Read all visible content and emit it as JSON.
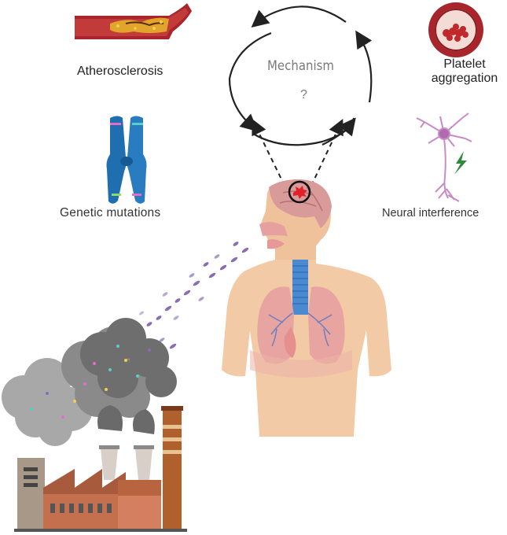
{
  "labels": {
    "atherosclerosis": "Atherosclerosis",
    "genetic_mutations": "Genetic mutations",
    "neural_interference": "Neural interference",
    "platelet_line1": "Platelet",
    "platelet_line2": "aggregation",
    "mechanism": "Mechanism",
    "question": "?"
  },
  "colors": {
    "artery": "#a8262b",
    "plaque": "#e0a52a",
    "chromosome": "#1f6fb0",
    "neuron": "#c98bc7",
    "skin": "#f2cba6",
    "lungs": "#e7a0a0",
    "trachea": "#4a8ad0",
    "brain": "#d99a9a",
    "smoke": "#6e6e6e",
    "particles": "#8a6cb4",
    "factory_brick": "#c4704f",
    "chimney": "#b0602c"
  },
  "icons": [
    "artery-plaque-icon",
    "chromosome-icon",
    "platelet-clot-icon",
    "neuron-icon",
    "lightning-icon",
    "factory-icon",
    "brain-icon",
    "lungs-icon"
  ]
}
